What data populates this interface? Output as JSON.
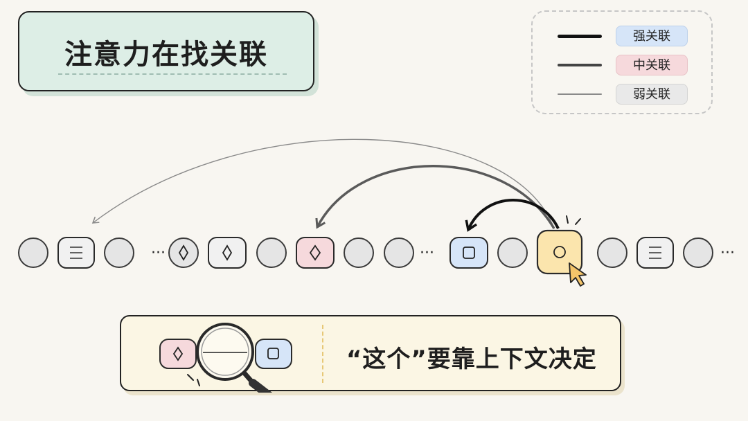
{
  "title": "注意力在找关联",
  "legend": [
    {
      "label": "强关联",
      "strength": "strong",
      "line_color": "#111111",
      "tag_color": "#d6e5f8"
    },
    {
      "label": "中关联",
      "strength": "medium",
      "line_color": "#444444",
      "tag_color": "#f6d9dc"
    },
    {
      "label": "弱关联",
      "strength": "weak",
      "line_color": "#8a8a8a",
      "tag_color": "#e9e9e9"
    }
  ],
  "sequence": [
    {
      "kind": "circle"
    },
    {
      "kind": "token",
      "icon": "lines-icon"
    },
    {
      "kind": "circle"
    },
    {
      "kind": "ellipsis",
      "text": "···"
    },
    {
      "kind": "circle",
      "icon": "diamond-icon"
    },
    {
      "kind": "token",
      "icon": "diamond-icon"
    },
    {
      "kind": "circle"
    },
    {
      "kind": "token",
      "icon": "diamond-icon",
      "highlight": "pink"
    },
    {
      "kind": "circle"
    },
    {
      "kind": "circle"
    },
    {
      "kind": "ellipsis",
      "text": "···"
    },
    {
      "kind": "token",
      "icon": "square-icon",
      "highlight": "blue"
    },
    {
      "kind": "circle"
    },
    {
      "kind": "token",
      "icon": "circle-icon",
      "highlight": "yellow",
      "query": true
    },
    {
      "kind": "circle"
    },
    {
      "kind": "token",
      "icon": "lines-icon"
    },
    {
      "kind": "circle"
    },
    {
      "kind": "ellipsis",
      "text": "···"
    }
  ],
  "attention_links": [
    {
      "from": "query",
      "to": "token-square",
      "strength": "strong"
    },
    {
      "from": "query",
      "to": "token-diamond-pink",
      "strength": "medium"
    },
    {
      "from": "query",
      "to": "first-token",
      "strength": "weak"
    }
  ],
  "colors": {
    "pink_fill": "#f6d9dc",
    "blue_fill": "#d6e5f8",
    "yellow_fill": "#fbe5ad",
    "circle_fill": "#e5e5e5",
    "cursor_fill": "#f5c56a"
  },
  "bottom": {
    "text": "“这个”要靠上下文决定",
    "left_token_icon": "diamond-icon",
    "right_token_icon": "square-icon",
    "lens_icon": "magnifier-icon"
  }
}
